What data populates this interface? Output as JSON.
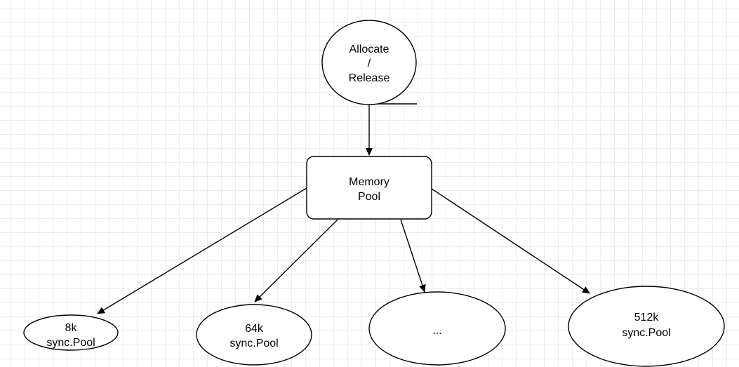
{
  "diagram": {
    "nodes": {
      "allocate": {
        "lines": [
          "Allocate",
          "/",
          "Release"
        ]
      },
      "memory_pool": {
        "lines": [
          "Memory",
          "Pool"
        ]
      },
      "pool_8k": {
        "lines": [
          "8k",
          "sync.Pool"
        ]
      },
      "pool_64k": {
        "lines": [
          "64k",
          "sync.Pool"
        ]
      },
      "pool_more": {
        "lines": [
          "..."
        ]
      },
      "pool_512k": {
        "lines": [
          "512k",
          "sync.Pool"
        ]
      }
    },
    "edges": [
      {
        "from": "allocate",
        "to": "memory_pool"
      },
      {
        "from": "memory_pool",
        "to": "pool_8k"
      },
      {
        "from": "memory_pool",
        "to": "pool_64k"
      },
      {
        "from": "memory_pool",
        "to": "pool_more"
      },
      {
        "from": "memory_pool",
        "to": "pool_512k"
      }
    ]
  }
}
